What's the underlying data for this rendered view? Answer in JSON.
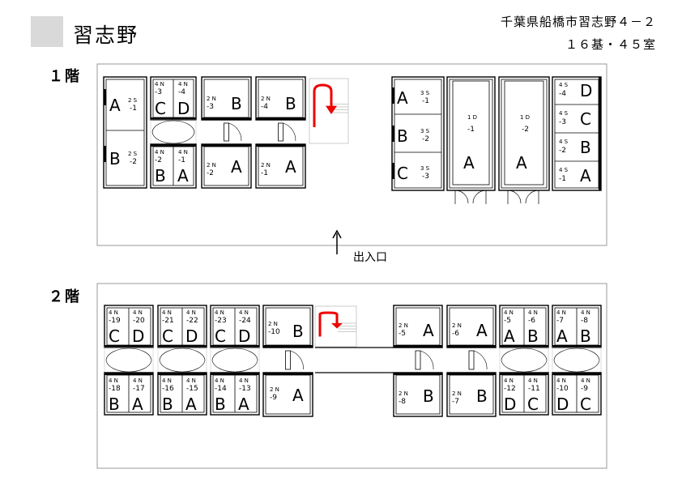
{
  "header": {
    "title": "習志野",
    "address": "千葉県船橋市習志野４－２",
    "summary": "１６基・４５室"
  },
  "floors": [
    {
      "label": "１階"
    },
    {
      "label": "２階"
    }
  ],
  "entrance_label": "出入口",
  "units": [
    {
      "size": "2S",
      "num": "-1",
      "type": "A"
    },
    {
      "size": "2S",
      "num": "-2",
      "type": "B"
    },
    {
      "size": "4N",
      "num": "-3",
      "type": "C"
    },
    {
      "size": "4N",
      "num": "-4",
      "type": "D"
    },
    {
      "size": "2N",
      "num": "-3",
      "type": "B"
    },
    {
      "size": "2N",
      "num": "-4",
      "type": "B"
    },
    {
      "size": "4N",
      "num": "-2",
      "type": "B"
    },
    {
      "size": "4N",
      "num": "-1",
      "type": "A"
    },
    {
      "size": "2N",
      "num": "-2",
      "type": "A"
    },
    {
      "size": "2N",
      "num": "-1",
      "type": "A"
    },
    {
      "size": "3S",
      "num": "-1",
      "type": "A"
    },
    {
      "size": "3S",
      "num": "-2",
      "type": "B"
    },
    {
      "size": "3S",
      "num": "-3",
      "type": "C"
    },
    {
      "size": "1D",
      "num": "-1",
      "type": "A"
    },
    {
      "size": "1D",
      "num": "-2",
      "type": "A"
    },
    {
      "size": "4S",
      "num": "-4",
      "type": "D"
    },
    {
      "size": "4S",
      "num": "-3",
      "type": "C"
    },
    {
      "size": "4S",
      "num": "-2",
      "type": "B"
    },
    {
      "size": "4S",
      "num": "-1",
      "type": "A"
    },
    {
      "size": "4N",
      "num": "-19",
      "type": "C"
    },
    {
      "size": "4N",
      "num": "-20",
      "type": "D"
    },
    {
      "size": "4N",
      "num": "-21",
      "type": "C"
    },
    {
      "size": "4N",
      "num": "-22",
      "type": "D"
    },
    {
      "size": "4N",
      "num": "-23",
      "type": "C"
    },
    {
      "size": "4N",
      "num": "-24",
      "type": "D"
    },
    {
      "size": "2N",
      "num": "-10",
      "type": "B"
    },
    {
      "size": "4N",
      "num": "-18",
      "type": "B"
    },
    {
      "size": "4N",
      "num": "-17",
      "type": "A"
    },
    {
      "size": "4N",
      "num": "-16",
      "type": "B"
    },
    {
      "size": "4N",
      "num": "-15",
      "type": "A"
    },
    {
      "size": "4N",
      "num": "-14",
      "type": "B"
    },
    {
      "size": "4N",
      "num": "-13",
      "type": "A"
    },
    {
      "size": "2N",
      "num": "-9",
      "type": "A"
    },
    {
      "size": "2N",
      "num": "-5",
      "type": "A"
    },
    {
      "size": "2N",
      "num": "-6",
      "type": "A"
    },
    {
      "size": "4N",
      "num": "-5",
      "type": "A"
    },
    {
      "size": "4N",
      "num": "-6",
      "type": "B"
    },
    {
      "size": "4N",
      "num": "-7",
      "type": "A"
    },
    {
      "size": "4N",
      "num": "-8",
      "type": "B"
    },
    {
      "size": "2N",
      "num": "-8",
      "type": "B"
    },
    {
      "size": "2N",
      "num": "-7",
      "type": "B"
    },
    {
      "size": "4N",
      "num": "-12",
      "type": "D"
    },
    {
      "size": "4N",
      "num": "-11",
      "type": "C"
    },
    {
      "size": "4N",
      "num": "-10",
      "type": "D"
    },
    {
      "size": "4N",
      "num": "-9",
      "type": "C"
    }
  ]
}
